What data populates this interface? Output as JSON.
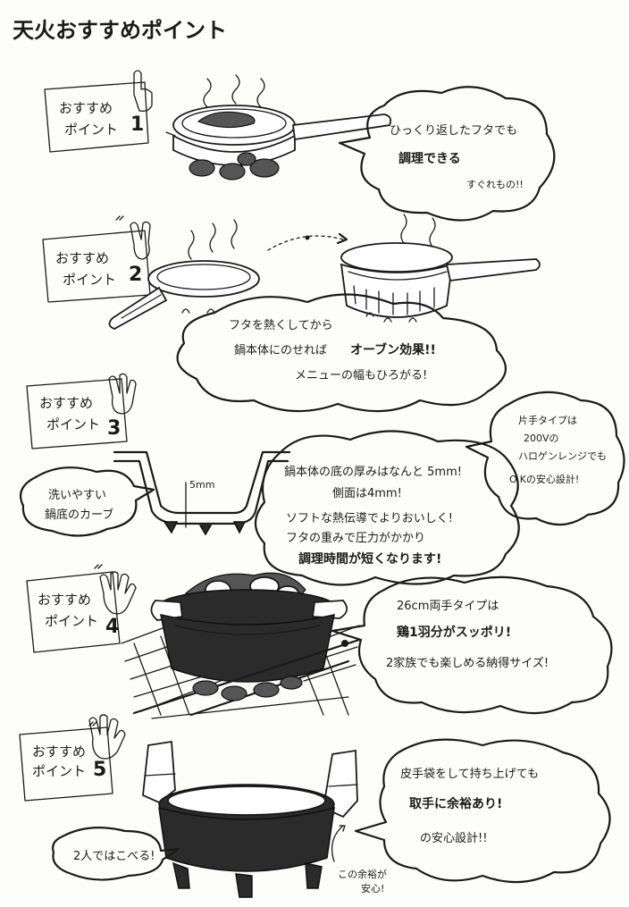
{
  "title": "天火おすすめポイント",
  "points": [
    {
      "label_line1": "おすすめ",
      "label_line2": "ポイント",
      "number": "1"
    },
    {
      "label_line1": "おすすめ",
      "label_line2": "ポイント",
      "number": "2"
    },
    {
      "label_line1": "おすすめ",
      "label_line2": "ポイント",
      "number": "3"
    },
    {
      "label_line1": "おすすめ",
      "label_line2": "ポイント",
      "number": "4"
    },
    {
      "label_line1": "おすすめ",
      "label_line2": "ポイント",
      "number": "5"
    }
  ],
  "bubbles": {
    "b1": {
      "l1": "ひっくり返したフタでも",
      "l2": "調理できる",
      "l3": "すぐれもの!!"
    },
    "b2": {
      "l1": "フタを熱くしてから",
      "l2a": "鍋本体にのせれば",
      "l2b": "オーブン効果!!",
      "l3": "メニューの幅もひろがる!"
    },
    "b3_left": {
      "l1": "洗いやすい",
      "l2": "鍋底のカーブ"
    },
    "b3_right": {
      "l1": "片手タイプは",
      "l2": "200Vの",
      "l3": "ハロゲンレンジでも",
      "l4": "O.Kの安心設計!"
    },
    "b3_center": {
      "l1": "鍋本体の底の厚みはなんと 5mm!",
      "l2": "側面は4mm!",
      "l3": "ソフトな熱伝導でよりおいしく!",
      "l4": "フタの重みで圧力がかかり",
      "l5": "調理時間が短くなります!"
    },
    "b4": {
      "l1": "26cm両手タイプは",
      "l2": "鶏1羽分がスッポリ!",
      "l3": "2家族でも楽しめる納得サイズ!"
    },
    "b5": {
      "l1": "皮手袋をして持ち上げても",
      "l2": "取手に余裕あり!",
      "l3": "の安心設計!!"
    },
    "b5_small": {
      "text": "2人ではこべる!"
    },
    "b5_note": {
      "l1": "この余裕が",
      "l2": "安心!"
    }
  },
  "dimension_label": "5mm",
  "colors": {
    "ink": "#1a1a1a",
    "paper": "#fdfdfb",
    "iron": "#2b2b2b"
  }
}
